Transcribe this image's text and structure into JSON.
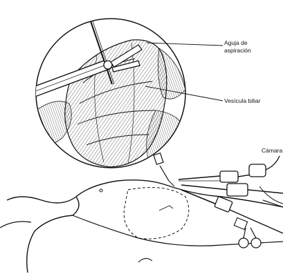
{
  "figure": {
    "labels": {
      "needle_line1": "Aguja de",
      "needle_line2": "aspiración",
      "gallbladder": "Vesícula biliar",
      "camera": "Cámara"
    },
    "colors": {
      "ink": "#111111",
      "paper": "#ffffff",
      "shading": "#444444"
    },
    "icons": [
      "magnifier-inset",
      "grasper-forceps",
      "aspiration-needle",
      "laparoscopic-camera",
      "trocar-port"
    ]
  }
}
